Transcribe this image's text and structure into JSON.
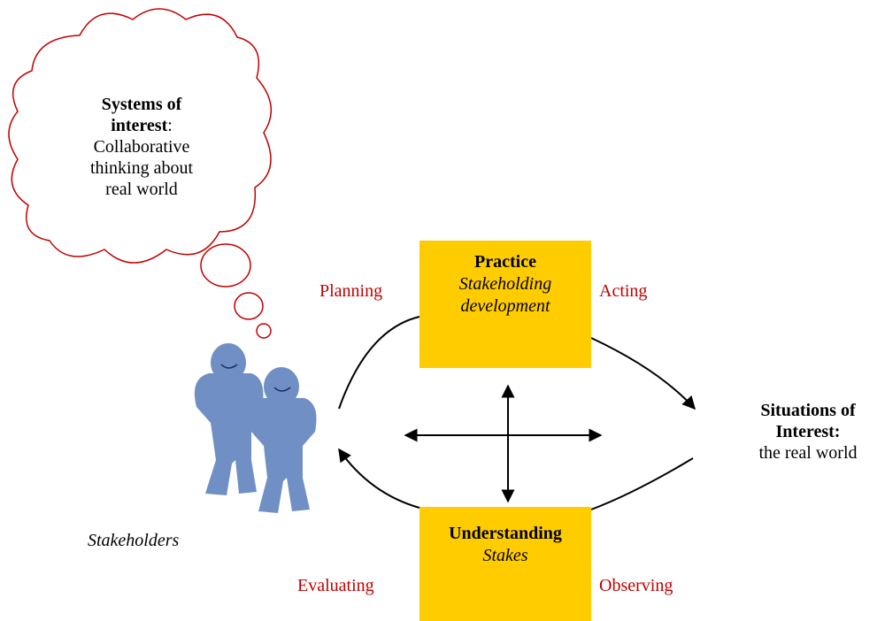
{
  "colors": {
    "box_fill": "#ffcc00",
    "cycle_label": "#c00000",
    "figure_fill": "#6f8fc5",
    "cloud_stroke": "#c00000"
  },
  "thought_cloud": {
    "title_part1": "Systems  of",
    "title_part2": "interest",
    "colon": ":",
    "line1": "Collaborative",
    "line2": "thinking about",
    "line3": "real world"
  },
  "practice_box": {
    "title": "Practice",
    "subtitle_line1": "Stakeholding",
    "subtitle_line2": "development"
  },
  "understanding_box": {
    "title": "Understanding",
    "subtitle": "Stakes"
  },
  "cycle_labels": {
    "planning": "Planning",
    "acting": "Acting",
    "evaluating": "Evaluating",
    "observing": "Observing"
  },
  "stakeholders_label": "Stakeholders",
  "situations": {
    "title_line1": "Situations of",
    "title_line2": "Interest:",
    "subtitle": "the real world"
  },
  "icons": {
    "figures": "person-figure-icon",
    "cloud": "thought-cloud-icon"
  }
}
